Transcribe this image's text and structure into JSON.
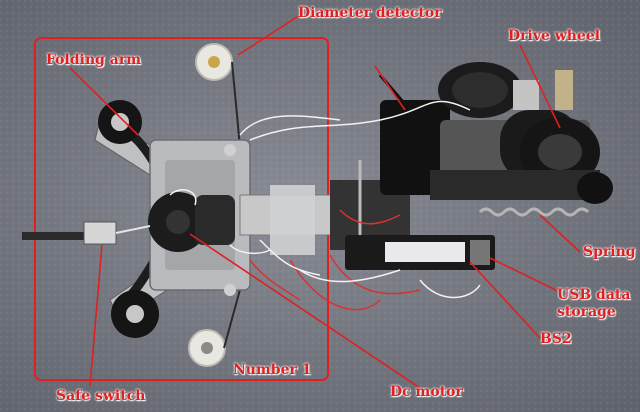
{
  "labels": {
    "diameter_detector": "Diameter detector",
    "folding_arm": "Folding arm",
    "drive_wheel": "Drive wheel",
    "spring": "Spring",
    "usb_line1": "USB data",
    "usb_line2": "storage",
    "bs2": "BS2",
    "number_1": "Number 1",
    "safe_switch": "Safe switch",
    "dc_motor": "Dc motor"
  },
  "colors": {
    "annotation": "#e02020",
    "background": "#72757e"
  }
}
